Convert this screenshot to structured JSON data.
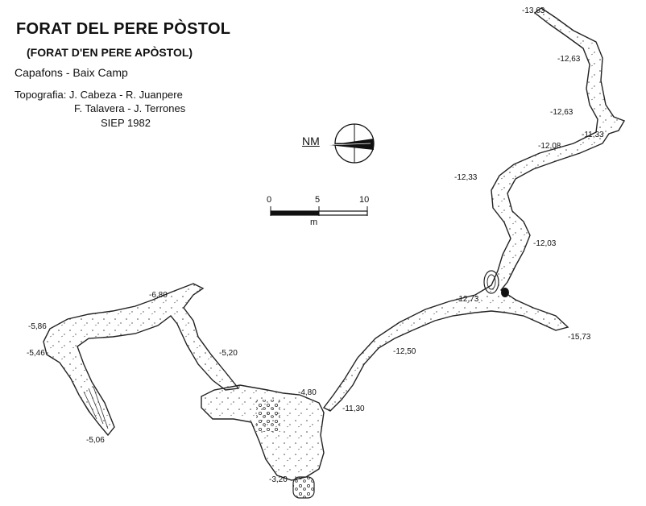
{
  "header": {
    "title": "FORAT DEL PERE PÒSTOL",
    "subtitle": "(FORAT D'EN PERE APÒSTOL)",
    "location": "Capafons - Baix Camp"
  },
  "credits": {
    "line1": "Topografia: J. Cabeza - R. Juanpere",
    "line2": "F. Talavera - J. Terrones",
    "line3": "SIEP    1982"
  },
  "north": {
    "label": "NM"
  },
  "scale": {
    "ticks": [
      "0",
      "5",
      "10"
    ],
    "unit": "m"
  },
  "depths": [
    "-13,63",
    "-12,63",
    "-12,63",
    "-11,33",
    "-12,08",
    "-12,33",
    "-12,03",
    "-12,73",
    "-15,73",
    "-12,50",
    "-11,30",
    "-4,80",
    "-3,20",
    "-5,20",
    "-6,80",
    "-5,86",
    "-5,46",
    "-5,06"
  ]
}
